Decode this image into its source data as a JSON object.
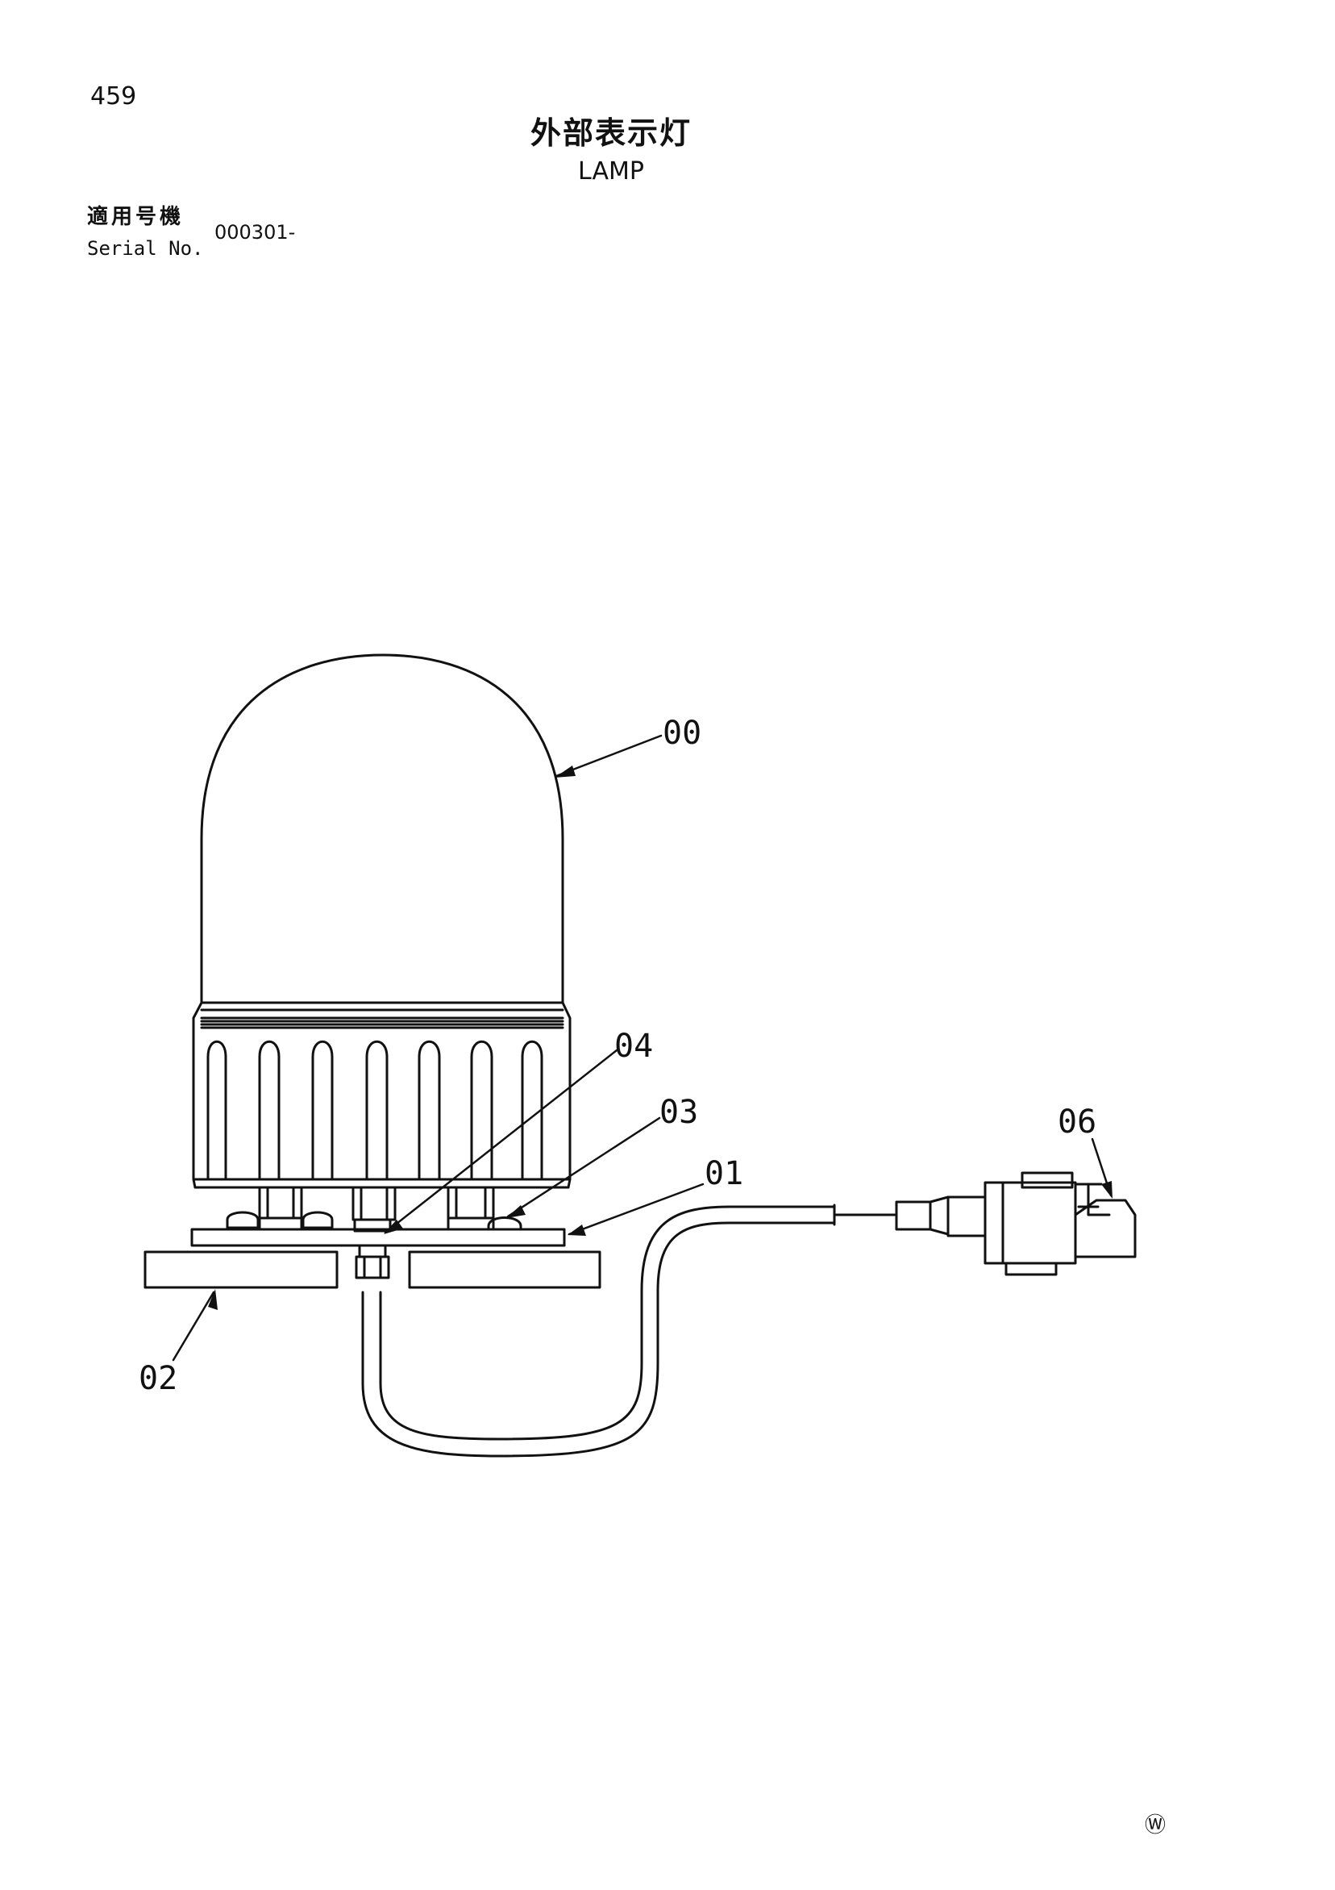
{
  "header": {
    "page_number": "459",
    "title_jp": "外部表示灯",
    "title_en": "LAMP",
    "serial_label_jp": "適用号機",
    "serial_label_en": "Serial No.",
    "serial_value": "000301-"
  },
  "callouts": {
    "c00": "00",
    "c01": "01",
    "c02": "02",
    "c03": "03",
    "c04": "04",
    "c06": "06"
  },
  "footer": {
    "mark": "Ⓦ"
  },
  "icons": [
    "lamp-diagram-icon",
    "connector-icon"
  ]
}
